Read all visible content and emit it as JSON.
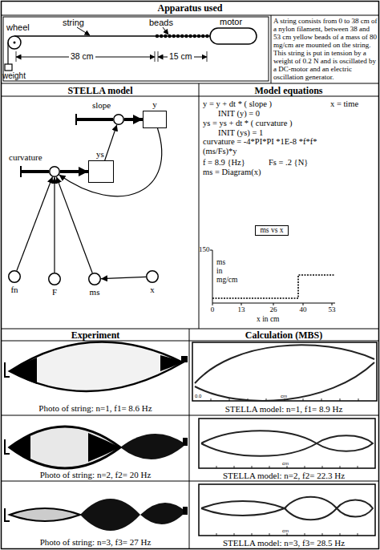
{
  "diagram": {
    "nodes": [
      {
        "text": [
          "y"
        ]
      },
      {
        "text": [
          "slope"
        ]
      },
      {
        "text": [
          "ys"
        ]
      },
      {
        "text": [
          "curvature"
        ]
      },
      {
        "text": [
          "fn"
        ]
      },
      {
        "text": [
          "F"
        ]
      },
      {
        "text": [
          "ms"
        ]
      },
      {
        "text": [
          "x"
        ]
      }
    ],
    "edges": [
      {
        "from": 1,
        "to": 0,
        "arrow": "to"
      },
      {
        "from": 3,
        "to": 2,
        "arrow": "to"
      },
      {
        "from": 2,
        "to": 1,
        "arrow": "to"
      },
      {
        "from": 0,
        "to": 3,
        "arrow": "to"
      },
      {
        "from": 4,
        "to": 3,
        "arrow": "to"
      },
      {
        "from": 5,
        "to": 3,
        "arrow": "to"
      },
      {
        "from": 6,
        "to": 3,
        "arrow": "to"
      },
      {
        "from": 7,
        "to": 6,
        "arrow": "to"
      }
    ],
    "labels": [
      "Apparatus used",
      "wheel",
      "string",
      "beads",
      "motor",
      "38 cm",
      "15 cm",
      "weight",
      "A string consists from 0 to 38 cm of a nylon filament, between 38 and 53 cm yellow beads of a mass of 80 mg/cm are mounted on the string. This string is put in tension by a weight of 0.2 N and is oscillated by a DC-motor and an electric oscillation generator.",
      "STELLA model",
      "Model equations",
      "y = y + dt * ( slope )",
      "x = time",
      "INIT (y) = 0",
      "ys = ys + dt * ( curvature )",
      "INIT (ys) = 1",
      "curvature = -4*PI*PI *1E-8 *f*f*(ms/Fs)*y",
      "f = 8.9 {Hz}",
      "Fs = .2 {N}",
      "ms = Diagram(x)",
      "ms vs x",
      "150",
      "ms in mg/cm",
      "0",
      "13",
      "26",
      "40",
      "53",
      "x in cm",
      "Experiment",
      "Calculation (MBS)",
      "Photo of string: n=1, f1= 8.6 Hz",
      "0.0",
      "cm",
      "STELLA model: n=1, f1= 8.9 Hz",
      "Photo of string: n=2, f2= 20 Hz",
      "cm",
      "STELLA model: n=2, f2= 22.3 Hz",
      "Photo of string: n=3, f3= 27 Hz",
      "cm",
      "STELLA model: n=3, f3= 28.5 Hz"
    ]
  }
}
